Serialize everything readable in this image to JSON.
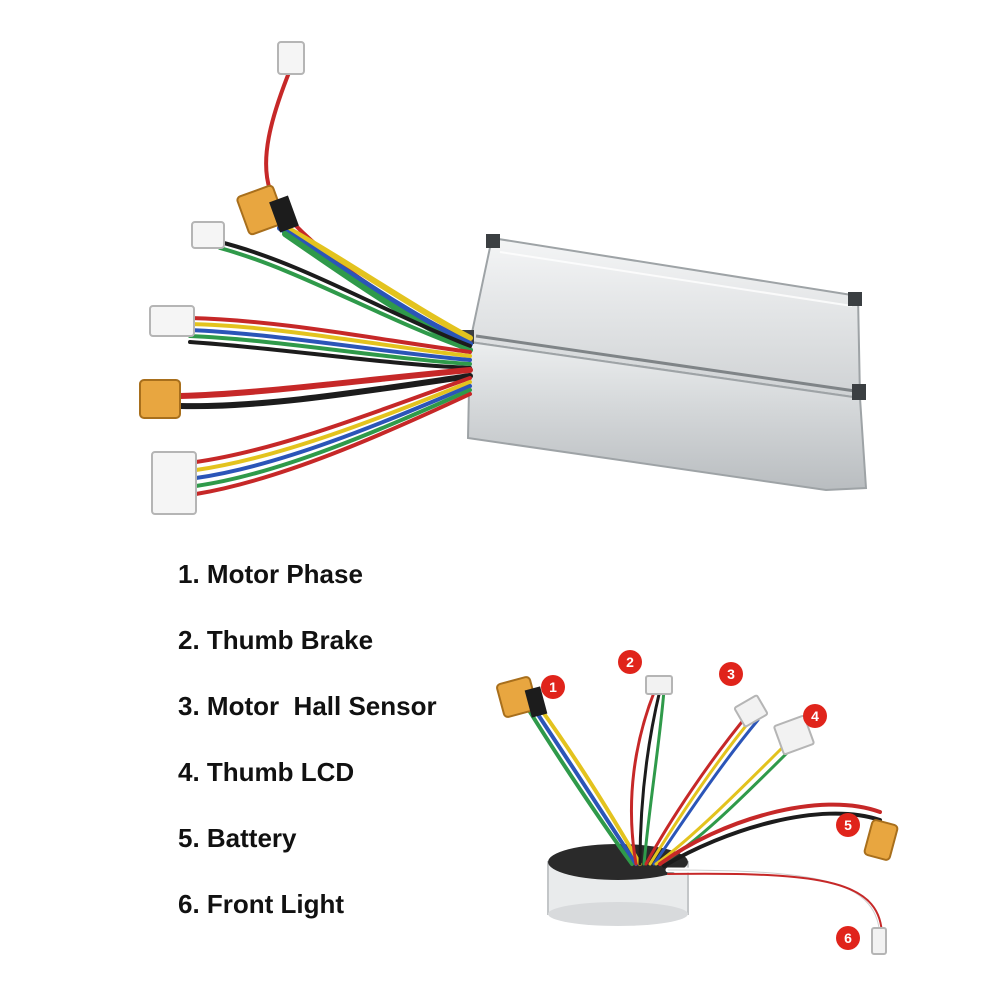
{
  "legend": {
    "items": [
      {
        "number": "1",
        "label": "1. Motor Phase"
      },
      {
        "number": "2",
        "label": "2. Thumb Brake"
      },
      {
        "number": "3",
        "label": "3. Motor  Hall Sensor"
      },
      {
        "number": "4",
        "label": "4. Thumb LCD"
      },
      {
        "number": "5",
        "label": "5. Battery"
      },
      {
        "number": "6",
        "label": "6. Front Light"
      }
    ]
  },
  "callouts": [
    "1",
    "2",
    "3",
    "4",
    "5",
    "6"
  ],
  "colors": {
    "badge": "#e0241b",
    "connector_xt": "#e8a640",
    "housing": "#d6d8da",
    "wire_red": "#c62828",
    "wire_yellow": "#e3c31e",
    "wire_green": "#2f9a4a",
    "wire_blue": "#2b55b8",
    "wire_black": "#1c1c1c"
  },
  "icons": [
    "scooter-controller-image",
    "wiring-harness-image",
    "number-badge-icon"
  ]
}
